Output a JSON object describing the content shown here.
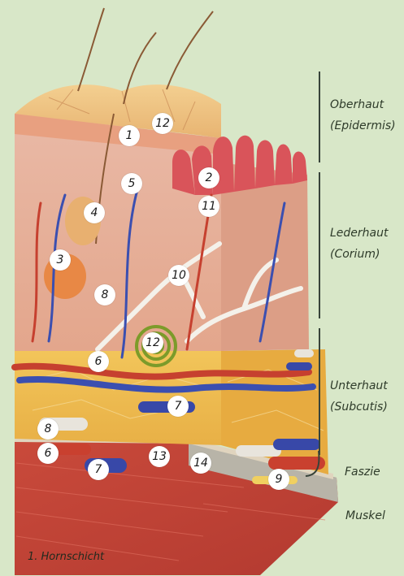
{
  "markers": {
    "m1": "1",
    "m12a": "12",
    "m2": "2",
    "m5": "5",
    "m4": "4",
    "m11": "11",
    "m3": "3",
    "m10": "10",
    "m8a": "8",
    "m12b": "12",
    "m6a": "6",
    "m7a": "7",
    "m8b": "8",
    "m6b": "6",
    "m7b": "7",
    "m13": "13",
    "m14": "14",
    "m9": "9"
  },
  "labels": {
    "oberhaut": "Oberhaut",
    "epidermis": "(Epidermis)",
    "lederhaut": "Lederhaut",
    "corium": "(Corium)",
    "unterhaut": "Unterhaut",
    "subcutis": "(Subcutis)",
    "faszie": "Faszie",
    "muskel": "Muskel"
  },
  "caption": "1. Hornschicht"
}
